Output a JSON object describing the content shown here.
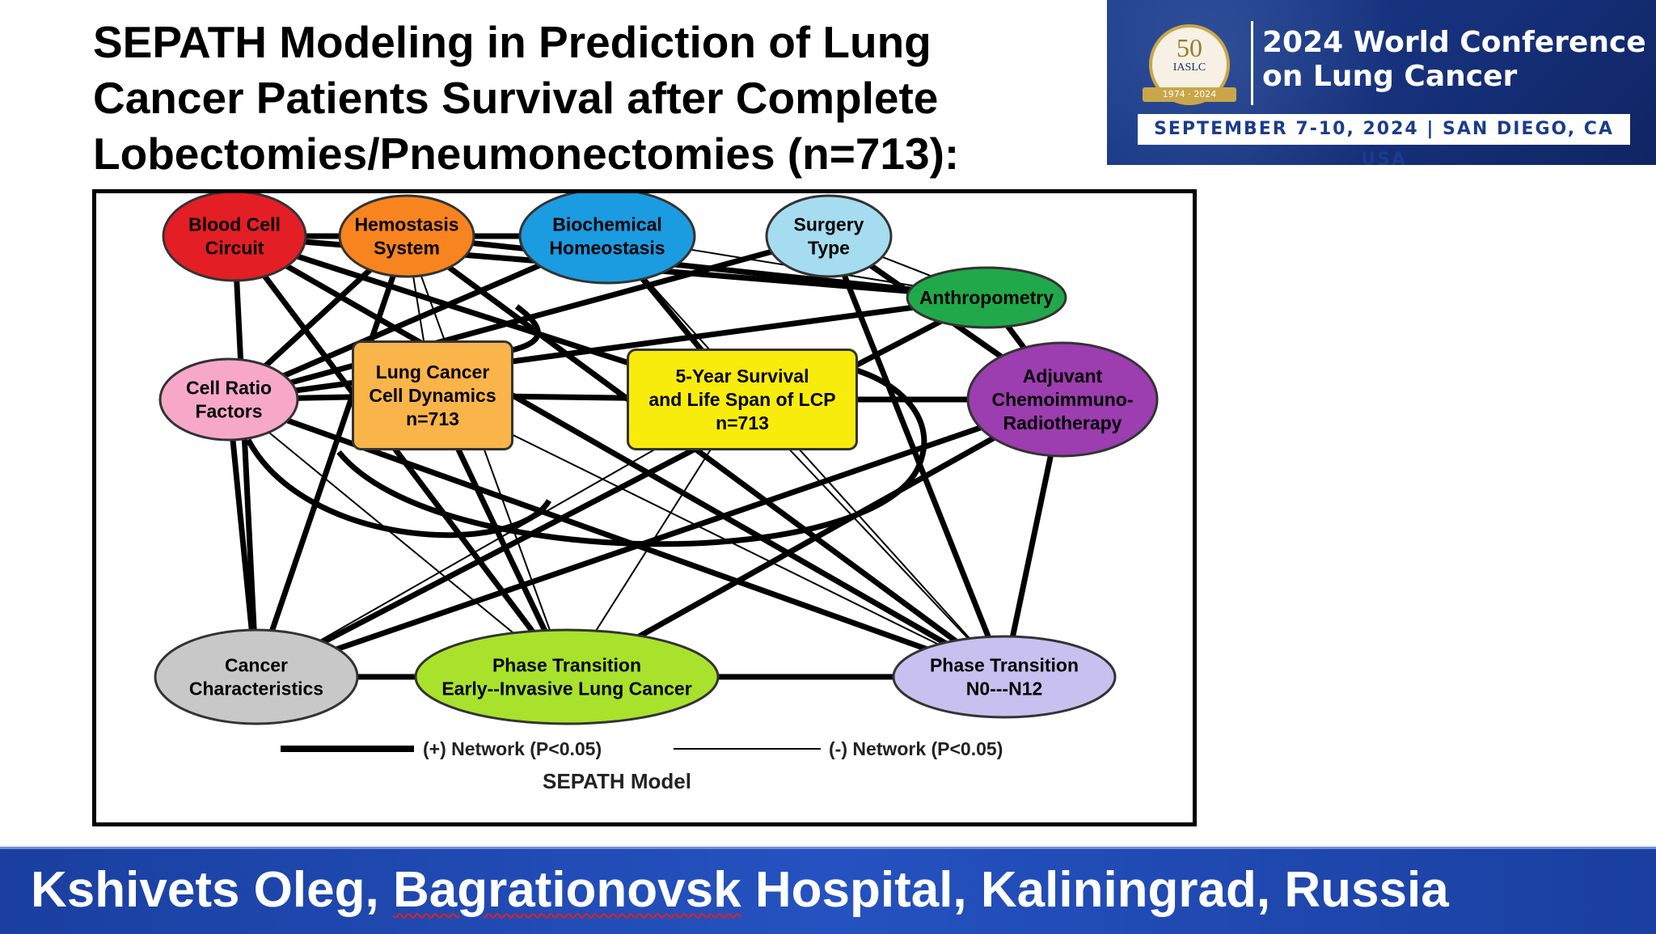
{
  "title": {
    "line1": "SEPATH Modeling in Prediction of Lung",
    "line2": "Cancer Patients Survival after Complete",
    "line3": "Lobectomies/Pneumonectomies (n=713):"
  },
  "conference": {
    "badge_number": "50",
    "badge_org": "IASLC",
    "badge_years": "1974 · 2024",
    "title_line1": "2024 World Conference",
    "title_line2": "on Lung Cancer",
    "dates_location": "SEPTEMBER 7-10, 2024 | SAN DIEGO, CA USA",
    "brand_color": "#1a3c8c"
  },
  "diagram": {
    "nodes": [
      {
        "id": "blood",
        "lines": [
          "Blood Cell",
          "Circuit"
        ],
        "color": "#e31e24",
        "text_color": "#000000"
      },
      {
        "id": "hemo",
        "lines": [
          "Hemostasis",
          "System"
        ],
        "color": "#f7841f",
        "text_color": "#000000"
      },
      {
        "id": "biochem",
        "lines": [
          "Biochemical",
          "Homeostasis"
        ],
        "color": "#1b9be0",
        "text_color": "#000000"
      },
      {
        "id": "surgery",
        "lines": [
          "Surgery",
          "Type"
        ],
        "color": "#a6dcef",
        "text_color": "#000000"
      },
      {
        "id": "anthro",
        "lines": [
          "Anthropometry"
        ],
        "color": "#21a84a",
        "text_color": "#000000"
      },
      {
        "id": "cellratio",
        "lines": [
          "Cell Ratio",
          "Factors"
        ],
        "color": "#f7a8c8",
        "text_color": "#000000"
      },
      {
        "id": "lcdyn",
        "lines": [
          "Lung Cancer",
          "Cell Dynamics",
          "n=713"
        ],
        "color": "#f9b44a",
        "text_color": "#000000"
      },
      {
        "id": "survival",
        "lines": [
          "5-Year Survival",
          "and Life Span of LCP",
          "n=713"
        ],
        "color": "#f8ec0c",
        "text_color": "#000000"
      },
      {
        "id": "adjuvant",
        "lines": [
          "Adjuvant",
          "Chemoimmuno-",
          "Radiotherapy"
        ],
        "color": "#9c3db0",
        "text_color": "#000000"
      },
      {
        "id": "cancerchar",
        "lines": [
          "Cancer",
          "Characteristics"
        ],
        "color": "#c8c8c8",
        "text_color": "#000000"
      },
      {
        "id": "phase1",
        "lines": [
          "Phase Transition",
          "Early--Invasive Lung Cancer"
        ],
        "color": "#a8e22c",
        "text_color": "#000000"
      },
      {
        "id": "phase2",
        "lines": [
          "Phase Transition",
          "N0---N12"
        ],
        "color": "#c8c0ef",
        "text_color": "#000000"
      }
    ],
    "legend": {
      "positive": "(+) Network (P<0.05)",
      "negative": "(-) Network (P<0.05)"
    },
    "caption": "SEPATH Model"
  },
  "footer": {
    "author": "Kshivets Oleg,",
    "institution": "Bagrationovsk",
    "rest": "Hospital, Kaliningrad, Russia"
  }
}
